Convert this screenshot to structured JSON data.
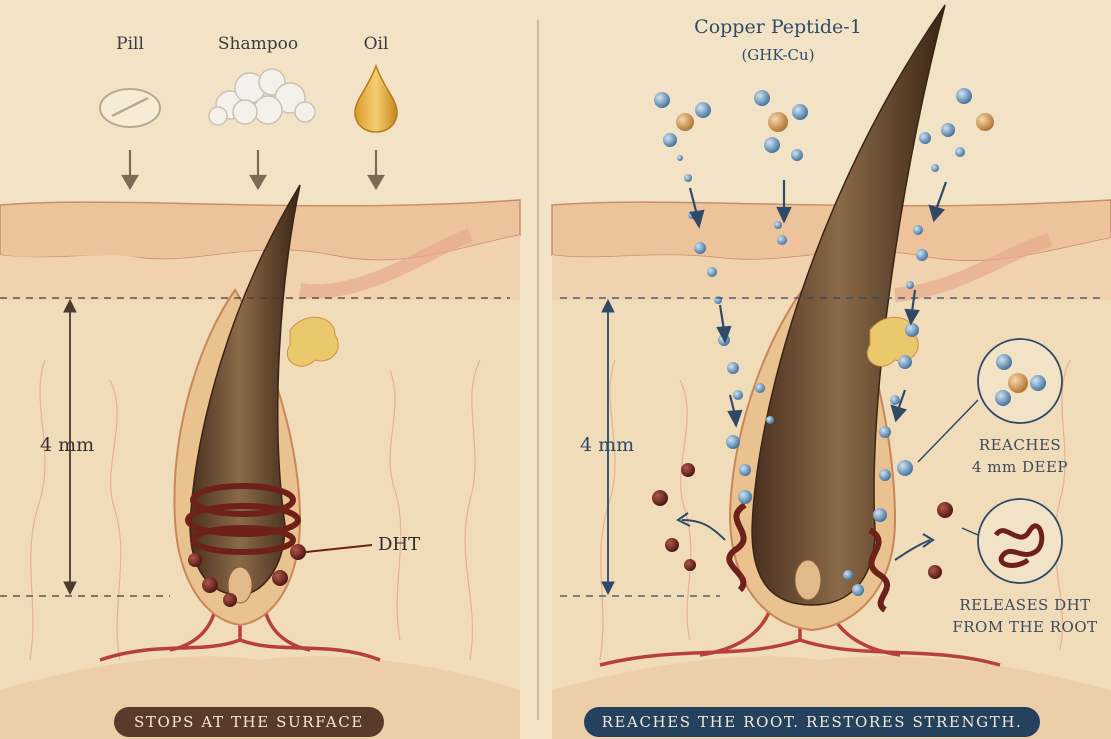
{
  "left_panel": {
    "products": [
      {
        "label": "Pill",
        "icon": "pill-icon"
      },
      {
        "label": "Shampoo",
        "icon": "foam-icon"
      },
      {
        "label": "Oil",
        "icon": "oil-drop-icon"
      }
    ],
    "depth_label": "4 mm",
    "dht_label": "DHT",
    "banner": "STOPS AT THE SURFACE"
  },
  "right_panel": {
    "title": "Copper Peptide-1",
    "subtitle": "(GHK-Cu)",
    "depth_label": "4 mm",
    "callout_deep": [
      "REACHES",
      "4 mm DEEP"
    ],
    "callout_release": [
      "RELEASES DHT",
      "FROM THE ROOT"
    ],
    "banner": "REACHES THE ROOT. RESTORES STRENGTH."
  },
  "colors": {
    "background": "#f3e3c6",
    "skin": "#eec9a3",
    "hair": "#6b4a2c",
    "dht": "#7a2a22",
    "peptide": "#5f8fb8",
    "copper": "#c98a45",
    "banner_left": "#5a3a2a",
    "banner_right": "#24415e"
  }
}
